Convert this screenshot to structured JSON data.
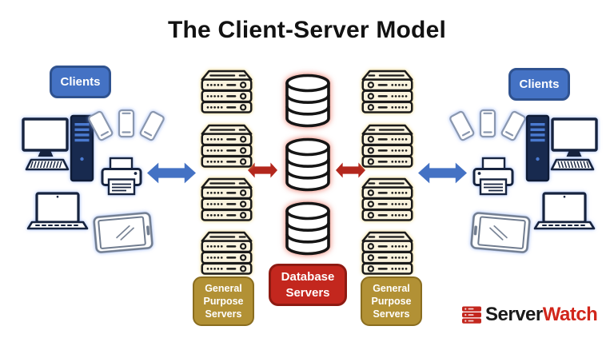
{
  "title": "The Client-Server Model",
  "left": {
    "clients_label": "Clients"
  },
  "right": {
    "clients_label": "Clients"
  },
  "labels": {
    "general_purpose_left": "General\nPurpose\nServers",
    "database": "Database\nServers",
    "general_purpose_right": "General\nPurpose\nServers"
  },
  "logo": {
    "prefix": "Server",
    "suffix": "Watch"
  },
  "structure": {
    "general_servers_left_count": 4,
    "database_servers_count": 3,
    "general_servers_right_count": 4,
    "client_device_icons": [
      "desktop-computer-icon",
      "smartphone-fan-icon",
      "printer-icon",
      "laptop-icon",
      "tablet-icon"
    ],
    "link_icons": [
      "blue-double-arrow-icon",
      "red-double-arrow-icon"
    ]
  },
  "colors": {
    "clients_blue": "#4472C4",
    "clients_blue_border": "#2F528F",
    "arrow_blue": "#4472C4",
    "arrow_red": "#B3271D",
    "database_red": "#C3271E",
    "database_red_border": "#8E1A12",
    "gold": "#B29135",
    "gold_border": "#8A6D1F",
    "server_cream": "#FAF3DE",
    "ink": "#1A1A1A",
    "logo_black": "#1A1A1A",
    "logo_red": "#D1261B"
  }
}
